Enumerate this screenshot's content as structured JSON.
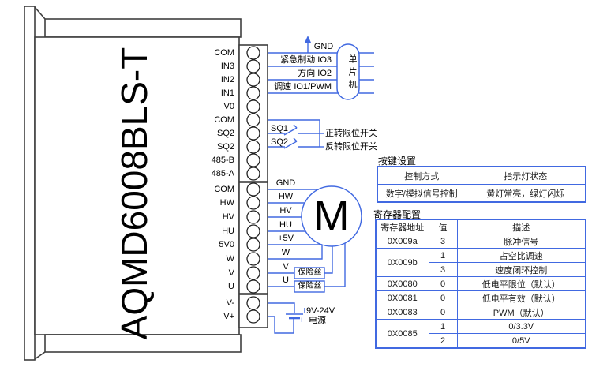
{
  "device": {
    "model": "AQMD6008BLS-T",
    "block1_terminals": [
      "COM",
      "IN3",
      "IN2",
      "IN1",
      "V0",
      "COM",
      "SQ2",
      "SQ2",
      "485-B",
      "485-A"
    ],
    "block2_terminals": [
      "COM",
      "HW",
      "HV",
      "HU",
      "5V0",
      "W",
      "V",
      "U"
    ],
    "block3_terminals": [
      "V-",
      "V+"
    ]
  },
  "mcu": {
    "name": "单片机",
    "gnd_label": "GND",
    "signals": [
      {
        "label": "紧急制动 IO3"
      },
      {
        "label": "方向  IO2"
      },
      {
        "label": "调速 IO1/PWM"
      }
    ]
  },
  "switches": {
    "sq1_label": "SQ1",
    "sq2_label": "SQ2",
    "sq1_desc": "正转限位开关",
    "sq2_desc": "反转限位开关"
  },
  "motor": {
    "symbol": "M",
    "wire_labels": [
      "GND",
      "HW",
      "HV",
      "HU",
      "+5V",
      "W",
      "V",
      "U"
    ],
    "fuse_label": "保险丝"
  },
  "power": {
    "voltage": "9V-24V",
    "label": "电源",
    "plus": "+"
  },
  "tables": {
    "key_settings": {
      "title": "按键设置",
      "headers": [
        "控制方式",
        "指示灯状态"
      ],
      "rows": [
        [
          "数字/模拟信号控制",
          "黄灯常亮，绿灯闪烁"
        ]
      ]
    },
    "registers": {
      "title": "寄存器配置",
      "headers": [
        "寄存器地址",
        "值",
        "描述"
      ],
      "rows": [
        {
          "addr": "0X009a",
          "value": "3",
          "desc": "脉冲信号"
        },
        {
          "addr": "0X009b",
          "value": "1",
          "desc": "占空比调速"
        },
        {
          "value": "3",
          "desc": "速度闭环控制"
        },
        {
          "addr": "0X0080",
          "value": "0",
          "desc": "低电平限位（默认）"
        },
        {
          "addr": "0X0081",
          "value": "0",
          "desc": "低电平有效（默认）"
        },
        {
          "addr": "0X0083",
          "value": "0",
          "desc": "PWM（默认）"
        },
        {
          "addr": "0X0085",
          "value": "1",
          "desc": "0/3.3V"
        },
        {
          "value": "2",
          "desc": "0/5V"
        }
      ]
    }
  },
  "colors": {
    "wire_blue": "#4169e1",
    "outline_gray": "#3f3f3f"
  }
}
